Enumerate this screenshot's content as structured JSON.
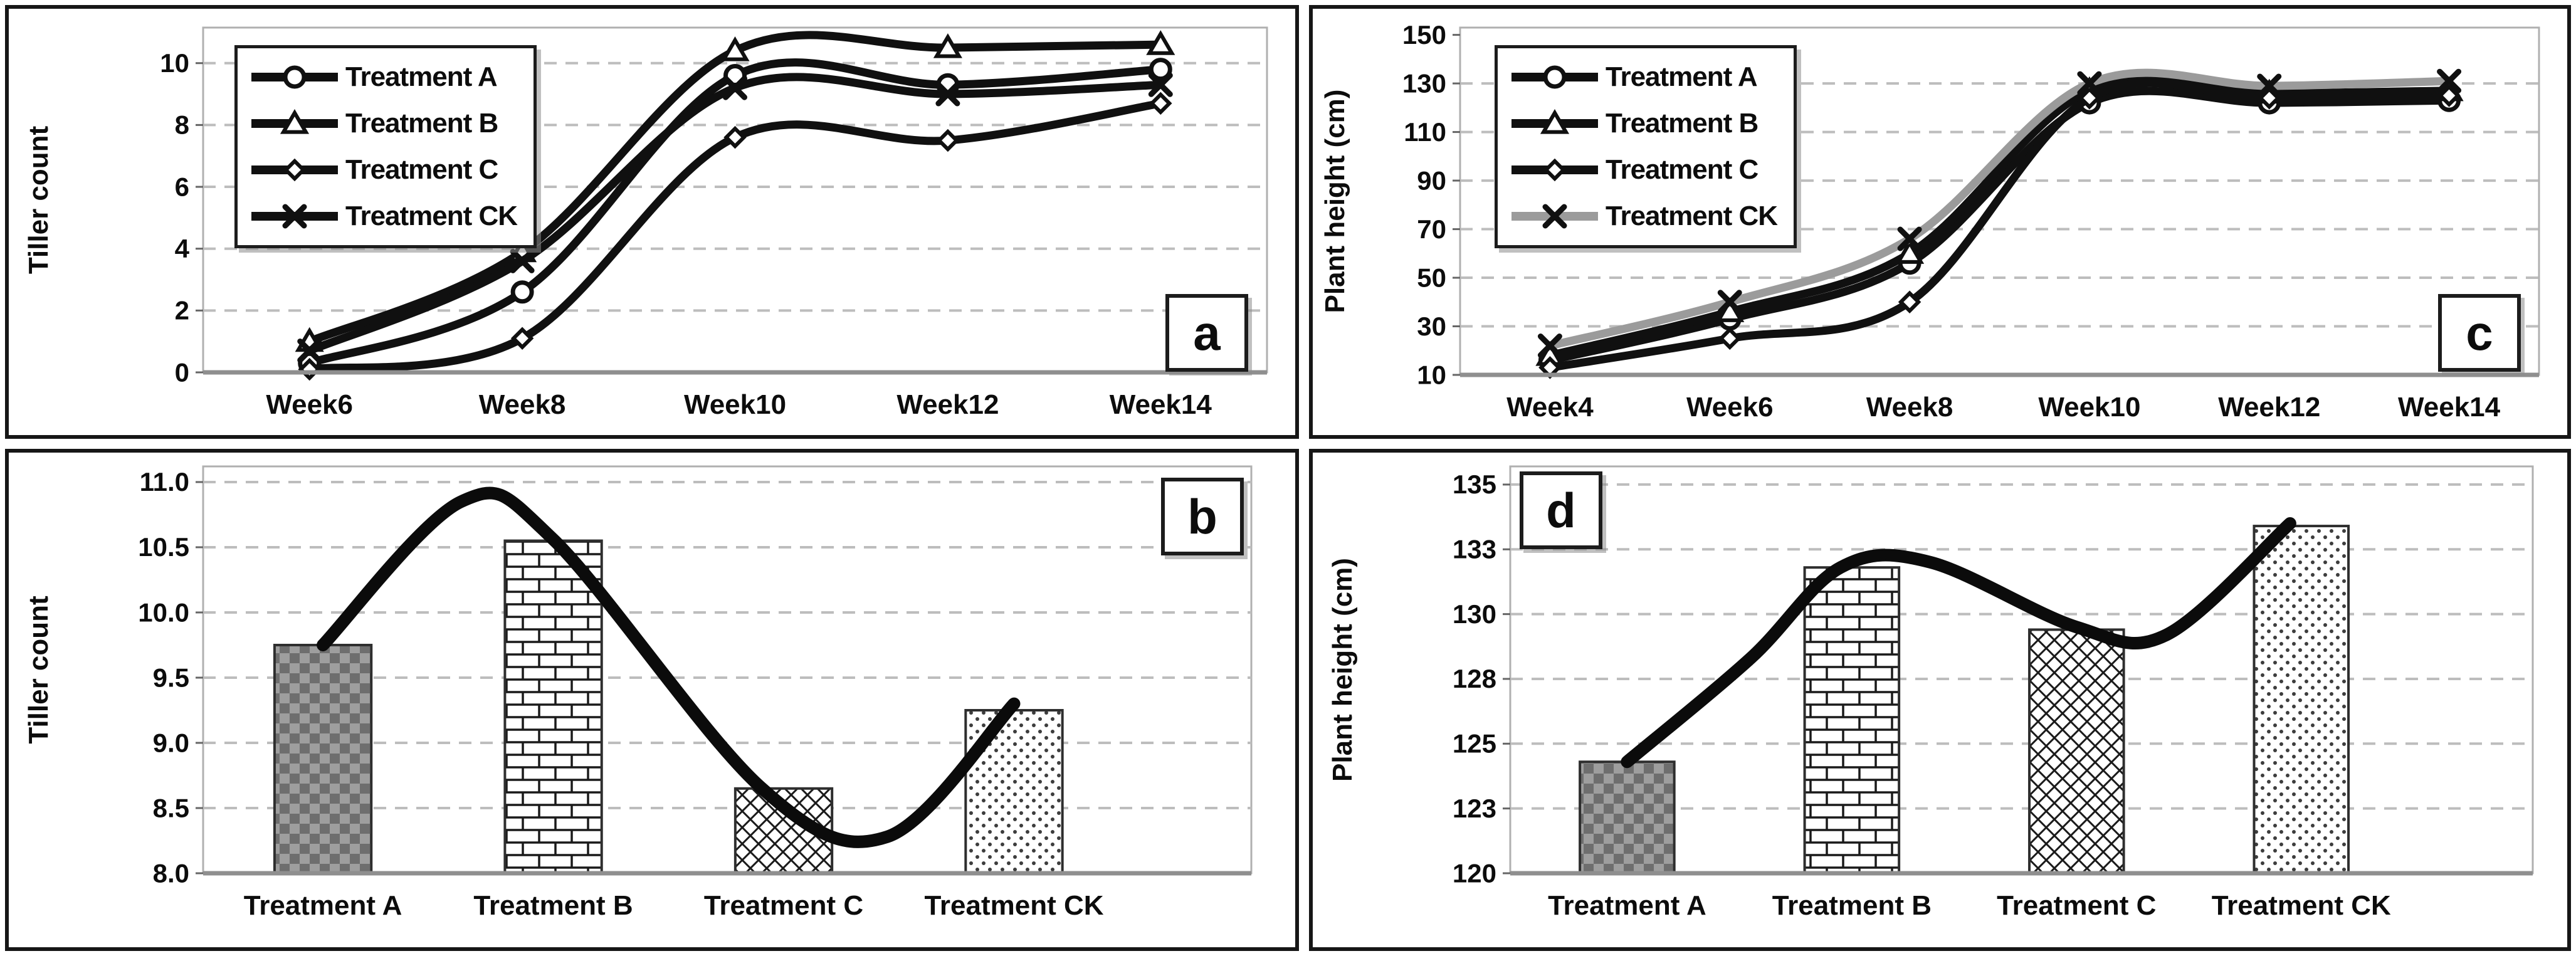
{
  "figure": {
    "title": "",
    "panel_letters": [
      "a",
      "b",
      "c",
      "d"
    ]
  },
  "chart_data": [
    {
      "id": "a",
      "panel_label": "a",
      "type": "line",
      "title": "",
      "ylabel": "Tiller count",
      "xlabel": "",
      "categories": [
        "Week6",
        "Week8",
        "Week10",
        "Week12",
        "Week14"
      ],
      "ylim": [
        0,
        11.15
      ],
      "yticks": [
        0,
        2,
        4,
        6,
        8,
        10
      ],
      "ytick_labels": [
        "0",
        "2",
        "4",
        "6",
        "8",
        "10"
      ],
      "gridlines": [
        2,
        4,
        6,
        8,
        10
      ],
      "grid": "dashed",
      "legend_position": "top-left",
      "letter_position": "bottom-right",
      "series": [
        {
          "name": "Treatment A",
          "marker": "circle",
          "color": "#101010",
          "values": [
            0.3,
            2.6,
            9.6,
            9.3,
            9.8
          ]
        },
        {
          "name": "Treatment B",
          "marker": "triangle",
          "color": "#101010",
          "values": [
            1.0,
            3.9,
            10.4,
            10.5,
            10.6
          ]
        },
        {
          "name": "Treatment C",
          "marker": "diamond",
          "color": "#101010",
          "values": [
            0.1,
            1.1,
            7.6,
            7.5,
            8.7
          ]
        },
        {
          "name": "Treatment CK",
          "marker": "x",
          "color": "#101010",
          "values": [
            0.7,
            3.6,
            9.2,
            9.0,
            9.3
          ]
        }
      ]
    },
    {
      "id": "b",
      "panel_label": "b",
      "type": "bar",
      "title": "",
      "ylabel": "Tiller count",
      "xlabel": "",
      "categories": [
        "Treatment A",
        "Treatment B",
        "Treatment C",
        "Treatment CK"
      ],
      "ylim": [
        8,
        11.12
      ],
      "yticks": [
        8,
        8.5,
        9,
        9.5,
        10,
        10.5,
        11
      ],
      "ytick_labels": [
        "8.0",
        "8.5",
        "9.0",
        "9.5",
        "10.0",
        "10.5",
        "11.0"
      ],
      "gridlines": [
        8.5,
        9,
        9.5,
        10,
        10.5,
        11
      ],
      "grid": "dashed",
      "letter_position": "top-right",
      "values": [
        9.75,
        10.55,
        8.65,
        9.25
      ],
      "bar_patterns": [
        "checker-dark",
        "brick",
        "diagonal-hatch",
        "dots"
      ],
      "trend_color": "#0b0b0b",
      "trend": [
        [
          0,
          9.75
        ],
        [
          0.6,
          10.85
        ],
        [
          1,
          10.56
        ],
        [
          1.9,
          8.66
        ],
        [
          2.45,
          8.28
        ],
        [
          3,
          9.3
        ]
      ]
    },
    {
      "id": "c",
      "panel_label": "c",
      "type": "line",
      "title": "",
      "ylabel": "Plant height (cm)",
      "xlabel": "",
      "categories": [
        "Week4",
        "Week6",
        "Week8",
        "Week10",
        "Week12",
        "Week14"
      ],
      "ylim": [
        10,
        153
      ],
      "yticks": [
        10,
        30,
        50,
        70,
        90,
        110,
        130,
        150
      ],
      "ytick_labels": [
        "10",
        "30",
        "50",
        "70",
        "90",
        "110",
        "130",
        "150"
      ],
      "gridlines": [
        30,
        50,
        70,
        90,
        110,
        130
      ],
      "grid": "dashed",
      "legend_position": "top-left",
      "letter_position": "bottom-right",
      "series": [
        {
          "name": "Treatment A",
          "marker": "circle",
          "color": "#101010",
          "values": [
            16,
            33,
            56,
            122,
            122,
            123
          ]
        },
        {
          "name": "Treatment B",
          "marker": "triangle",
          "color": "#101010",
          "values": [
            18,
            36,
            60,
            127,
            126,
            127
          ]
        },
        {
          "name": "Treatment C",
          "marker": "diamond",
          "color": "#101010",
          "values": [
            13,
            25,
            40,
            124,
            124,
            125
          ]
        },
        {
          "name": "Treatment CK",
          "marker": "x",
          "color": "#9b9b9b",
          "values": [
            22,
            40,
            66,
            130,
            129,
            131
          ]
        }
      ]
    },
    {
      "id": "d",
      "panel_label": "d",
      "type": "bar",
      "title": "",
      "ylabel": "Plant height (cm)",
      "xlabel": "",
      "categories": [
        "Treatment A",
        "Treatment B",
        "Treatment C",
        "Treatment CK"
      ],
      "ylim": [
        120,
        135.7
      ],
      "yticks": [
        120,
        122.5,
        125,
        127.5,
        130,
        132.5,
        135
      ],
      "ytick_labels": [
        "120",
        "123",
        "125",
        "128",
        "130",
        "133",
        "135"
      ],
      "gridlines": [
        122.5,
        125,
        127.5,
        130,
        132.5,
        135
      ],
      "grid": "dashed",
      "letter_position": "top-left",
      "values": [
        124.3,
        131.8,
        129.4,
        133.4
      ],
      "bar_patterns": [
        "checker-dark",
        "brick",
        "diagonal-hatch",
        "dots"
      ],
      "trend_color": "#0b0b0b",
      "trend": [
        [
          0,
          124.3
        ],
        [
          0.55,
          128.3
        ],
        [
          0.95,
          131.8
        ],
        [
          1.35,
          132.0
        ],
        [
          2.0,
          129.5
        ],
        [
          2.4,
          129.2
        ],
        [
          2.95,
          133.5
        ]
      ]
    }
  ],
  "colors": {
    "line_black": "#101010",
    "line_gray": "#9b9b9b",
    "gridline": "#bdbdbd",
    "frame": "#b0b0b0",
    "baseline": "#8f8f8f",
    "text": "#0c0c0c"
  }
}
